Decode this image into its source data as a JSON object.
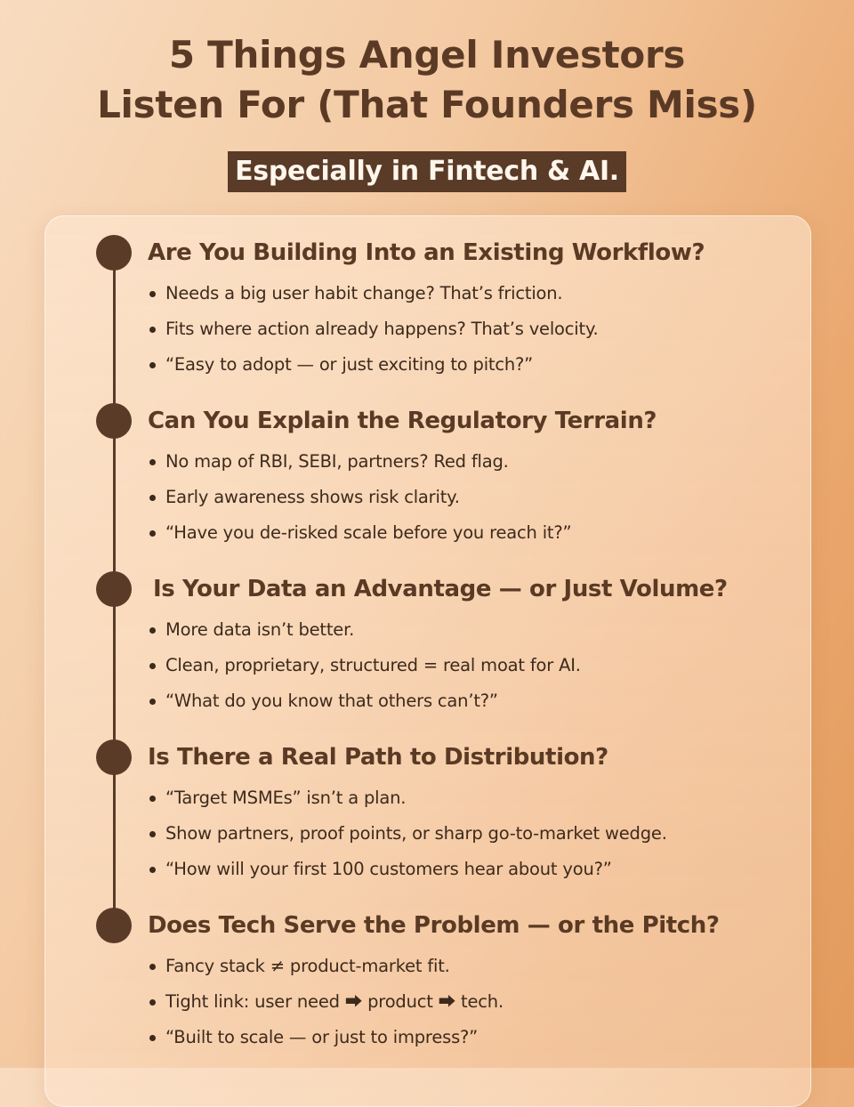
{
  "title": {
    "line1": "5 Things Angel Investors",
    "line2": "Listen For (That Founders Miss)"
  },
  "subtitle": "Especially in Fintech & AI.",
  "sections": [
    {
      "heading": "Are You Building Into an Existing Workflow?",
      "bullets": [
        "Needs a big user habit change? That’s friction.",
        "Fits where action already happens? That’s velocity.",
        "“Easy to adopt — or just exciting to pitch?”"
      ]
    },
    {
      "heading": "Can You Explain the Regulatory Terrain?",
      "bullets": [
        "No map of RBI, SEBI, partners? Red flag.",
        "Early awareness shows risk clarity.",
        "“Have you de-risked scale before you reach it?”"
      ]
    },
    {
      "heading": "Is Your Data an Advantage — or Just Volume?",
      "bullets": [
        "More data isn’t better.",
        "Clean, proprietary, structured = real moat for AI.",
        "“What do you know that others can’t?”"
      ]
    },
    {
      "heading": "Is There a Real Path to Distribution?",
      "bullets": [
        "“Target MSMEs” isn’t a plan.",
        "Show partners, proof points, or sharp go-to-market wedge.",
        "“How will your first 100 customers hear about you?”"
      ]
    },
    {
      "heading": "Does Tech Serve the Problem — or the Pitch?",
      "bullets": [
        "Fancy stack ≠ product-market fit.",
        "Tight link: user need ⮕ product ⮕ tech.",
        "“Built to scale — or just to impress?”"
      ]
    }
  ],
  "colors": {
    "accent": "#5a3b27",
    "text": "#3d2a1c"
  }
}
